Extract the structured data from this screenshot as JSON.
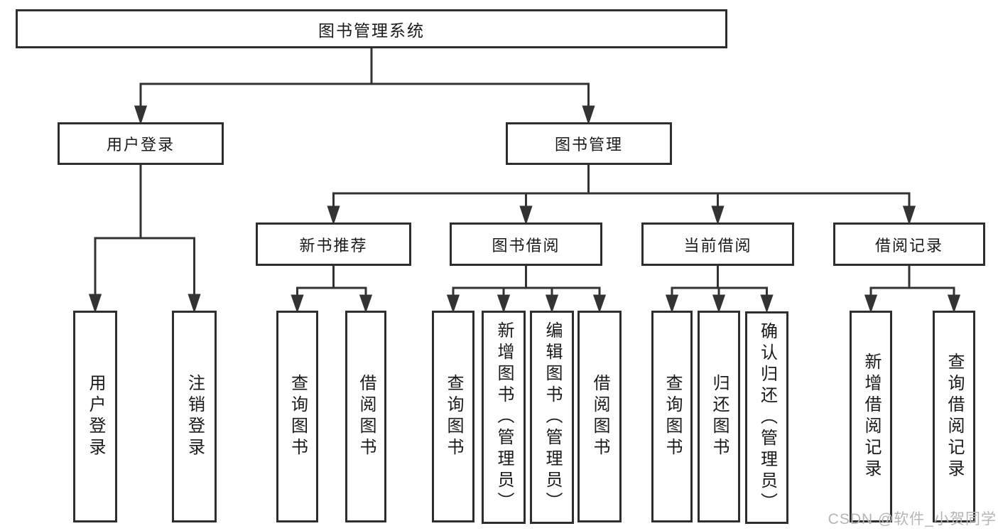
{
  "tree": {
    "root": {
      "label": "图书管理系统",
      "children": [
        {
          "label": "用户登录",
          "children": [
            {
              "label": "用户登录"
            },
            {
              "label": "注销登录"
            }
          ]
        },
        {
          "label": "图书管理",
          "children": [
            {
              "label": "新书推荐",
              "children": [
                {
                  "label": "查询图书"
                },
                {
                  "label": "借阅图书"
                }
              ]
            },
            {
              "label": "图书借阅",
              "children": [
                {
                  "label": "查询图书"
                },
                {
                  "label": "新增图书（管理员）"
                },
                {
                  "label": "编辑图书（管理员）"
                },
                {
                  "label": "借阅图书"
                }
              ]
            },
            {
              "label": "当前借阅",
              "children": [
                {
                  "label": "查询图书"
                },
                {
                  "label": "归还图书"
                },
                {
                  "label": "确认归还（管理员）"
                }
              ]
            },
            {
              "label": "借阅记录",
              "children": [
                {
                  "label": "新增借阅记录"
                },
                {
                  "label": "查询借阅记录"
                }
              ]
            }
          ]
        }
      ]
    }
  },
  "watermark": {
    "text": "CSDN @软件_小贺同学"
  },
  "colors": {
    "box_border": "#2e2e2e",
    "connector": "#333333",
    "text": "#1a1a1a",
    "watermark": "#b5b5b5",
    "background": "#ffffff"
  }
}
